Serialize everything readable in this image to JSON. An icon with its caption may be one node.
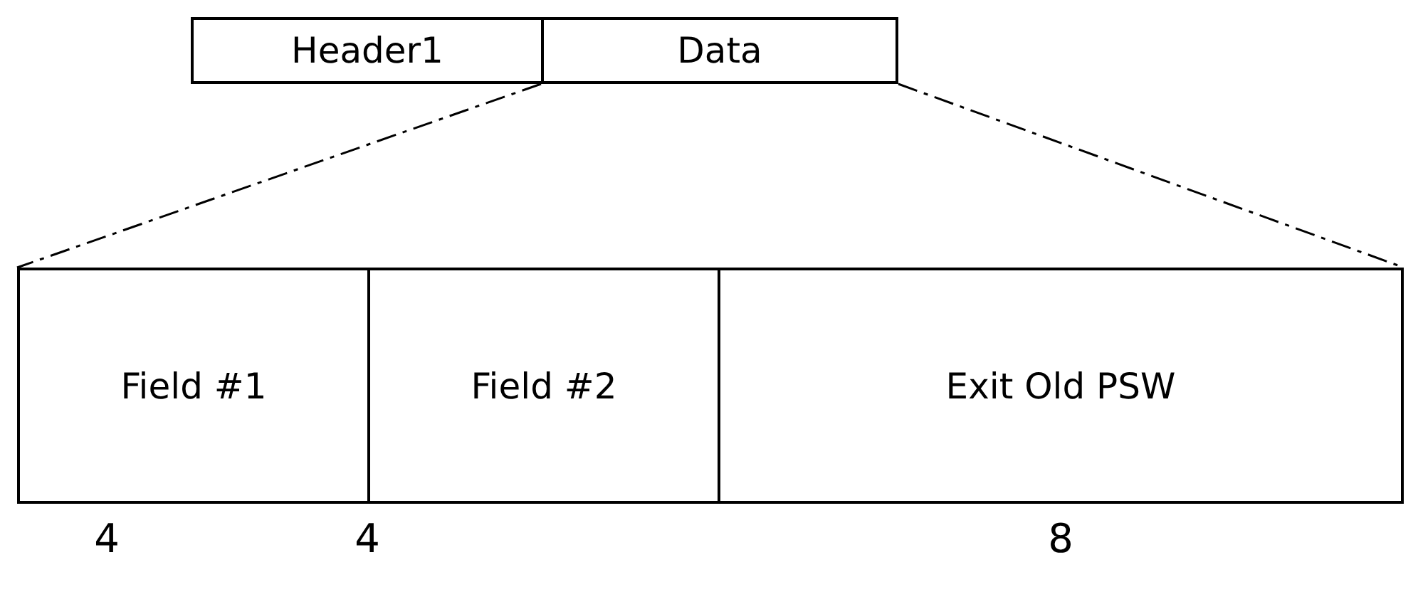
{
  "diagram": {
    "nodes": [
      {
        "text": [
          "Header1"
        ]
      },
      {
        "text": [
          "Data"
        ]
      },
      {
        "text": [
          "Field #1"
        ]
      },
      {
        "text": [
          "Field #2"
        ]
      },
      {
        "text": [
          "Exit Old PSW"
        ]
      }
    ],
    "edges": [
      {
        "from": 1,
        "to": 2,
        "arrow": "none",
        "style": "dashed"
      },
      {
        "from": 1,
        "to": 4,
        "arrow": "none",
        "style": "dashed"
      }
    ],
    "labels": [
      "4",
      "4",
      "8"
    ]
  }
}
